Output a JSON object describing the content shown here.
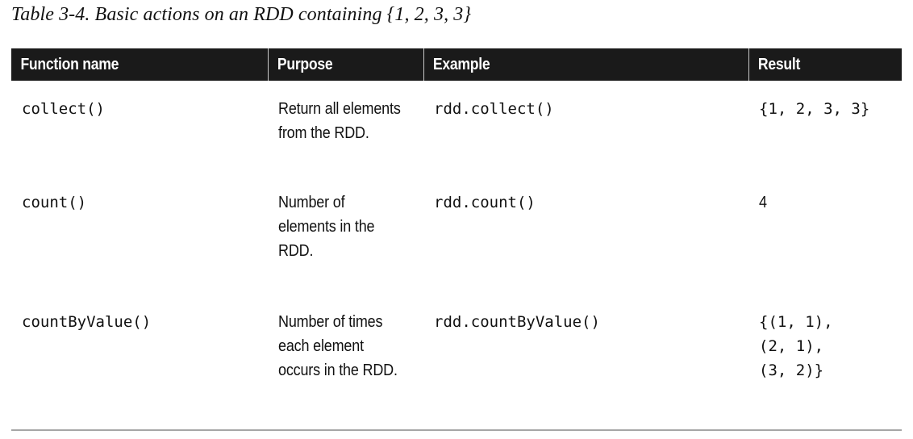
{
  "caption": "Table 3-4. Basic actions on an RDD containing {1, 2, 3, 3}",
  "table": {
    "columns": [
      {
        "id": "function-name",
        "label": "Function name"
      },
      {
        "id": "purpose",
        "label": "Purpose"
      },
      {
        "id": "example",
        "label": "Example"
      },
      {
        "id": "result",
        "label": "Result"
      }
    ],
    "rows": [
      {
        "function_name": "collect()",
        "purpose": "Return all elements\nfrom the RDD.",
        "example": "rdd.collect()",
        "result": "{1, 2, 3, 3}"
      },
      {
        "function_name": "count()",
        "purpose": "Number of\nelements in the\nRDD.",
        "example": "rdd.count()",
        "result": "4"
      },
      {
        "function_name": "countByValue()",
        "purpose": "Number of times\neach element\noccurs in the RDD.",
        "example": "rdd.countByValue()",
        "result": "{(1, 1),\n(2, 1),\n(3, 2)}"
      }
    ]
  },
  "colors": {
    "header_background": "#1a1a1a",
    "header_text": "#ffffff",
    "body_text": "#111111",
    "page_background": "#ffffff",
    "bottom_rule": "#a6a6a6"
  }
}
